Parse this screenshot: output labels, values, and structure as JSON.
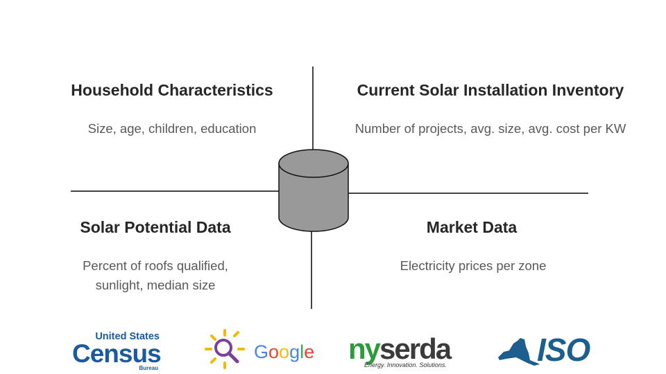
{
  "quadrants": {
    "top_left": {
      "title": "Household Characteristics",
      "desc": "Size, age, children, education"
    },
    "top_right": {
      "title": "Current Solar Installation Inventory",
      "desc": "Number of projects, avg. size, avg. cost per KW"
    },
    "bottom_left": {
      "title": "Solar Potential Data",
      "desc_line1": "Percent of roofs qualified,",
      "desc_line2": "sunlight, median size"
    },
    "bottom_right": {
      "title": "Market Data",
      "desc": "Electricity prices per zone"
    }
  },
  "logos": {
    "census": {
      "top": "United States",
      "main": "Census",
      "sub": "Bureau"
    },
    "google": {
      "letters": [
        "G",
        "o",
        "o",
        "g",
        "l",
        "e"
      ],
      "colors": [
        "#4285f4",
        "#ea4335",
        "#fbbc05",
        "#4285f4",
        "#34a853",
        "#ea4335"
      ]
    },
    "nyserda": {
      "part1": "ny",
      "part2": "serda",
      "tagline": "Energy. Innovation. Solutions."
    },
    "iso": {
      "text": "ISO"
    }
  },
  "colors": {
    "title": "#262626",
    "desc": "#595959",
    "cylinder": "#999999",
    "census_blue": "#1a5a9e",
    "nyserda_green": "#2c9b3a",
    "iso_blue": "#1c5e8e",
    "sun_yellow": "#f5b800",
    "magnifier_purple": "#7b3fa0"
  }
}
